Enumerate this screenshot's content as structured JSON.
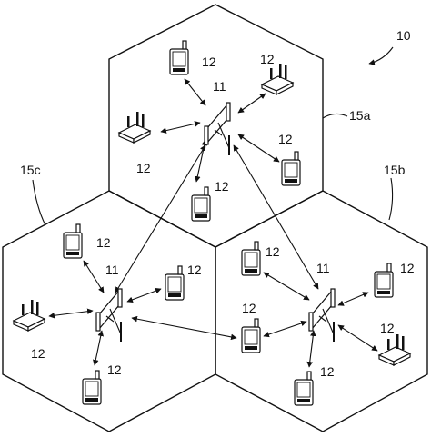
{
  "figure_ref": "10",
  "cells": [
    {
      "id": "15a",
      "label": "15a"
    },
    {
      "id": "15b",
      "label": "15b"
    },
    {
      "id": "15c",
      "label": "15c"
    }
  ],
  "base_station_label": "11",
  "terminal_label": "12",
  "stations": [
    {
      "cell": "15a",
      "label": "11"
    },
    {
      "cell": "15c",
      "label": "11"
    },
    {
      "cell": "15b",
      "label": "11"
    }
  ],
  "terminals": [
    {
      "cell": "15a",
      "kind": "phone",
      "label": "12"
    },
    {
      "cell": "15a",
      "kind": "router",
      "label": "12"
    },
    {
      "cell": "15a",
      "kind": "router",
      "label": "12"
    },
    {
      "cell": "15a",
      "kind": "phone",
      "label": "12"
    },
    {
      "cell": "15a",
      "kind": "phone",
      "label": "12"
    },
    {
      "cell": "15c",
      "kind": "phone",
      "label": "12"
    },
    {
      "cell": "15c",
      "kind": "router",
      "label": "12"
    },
    {
      "cell": "15c",
      "kind": "phone",
      "label": "12"
    },
    {
      "cell": "15c",
      "kind": "phone",
      "label": "12"
    },
    {
      "cell": "15b",
      "kind": "phone",
      "label": "12"
    },
    {
      "cell": "15b",
      "kind": "phone",
      "label": "12"
    },
    {
      "cell": "15b",
      "kind": "phone",
      "label": "12"
    },
    {
      "cell": "15b",
      "kind": "router",
      "label": "12"
    },
    {
      "cell": "15b",
      "kind": "phone",
      "label": "12"
    }
  ]
}
